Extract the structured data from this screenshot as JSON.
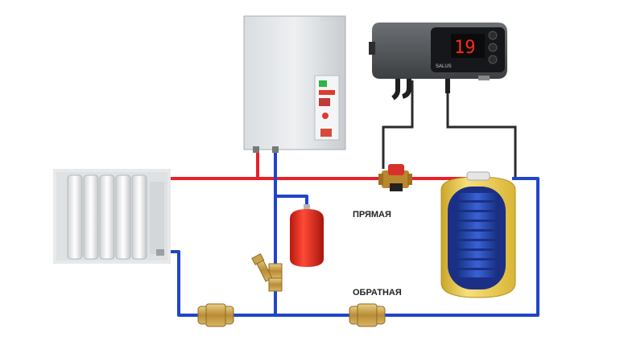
{
  "labels": {
    "supply": "ПРЯМАЯ",
    "return": "ОБРАТНАЯ"
  },
  "controller": {
    "display_value": "19",
    "brand": "SALUS"
  },
  "colors": {
    "supply_pipe": "#e8202a",
    "return_pipe": "#1f45c8",
    "cable": "#2b2b2b",
    "tank_body": "#f3d44a",
    "tank_coil": "#1e3fa8",
    "expansion_tank": "#e42a1f",
    "brass": "#c9a24a"
  },
  "icons": [
    "radiator",
    "electric-boiler",
    "thermostat-controller",
    "circulation-pump",
    "expansion-tank",
    "y-strainer",
    "check-valve",
    "indirect-water-heater"
  ]
}
